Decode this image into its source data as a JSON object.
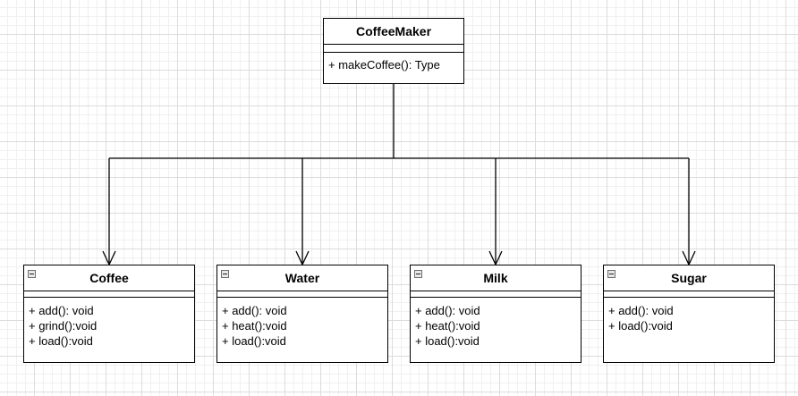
{
  "diagram": {
    "parent": {
      "name": "CoffeeMaker",
      "operations": [
        "+ makeCoffee(): Type"
      ]
    },
    "children": [
      {
        "name": "Coffee",
        "operations": [
          "+ add(): void",
          "+ grind():void",
          "+ load():void"
        ]
      },
      {
        "name": "Water",
        "operations": [
          "+ add(): void",
          "+ heat():void",
          "+ load():void"
        ]
      },
      {
        "name": "Milk",
        "operations": [
          "+ add(): void",
          "+ heat():void",
          "+ load():void"
        ]
      },
      {
        "name": "Sugar",
        "operations": [
          "+ add(): void",
          "+ load():void"
        ]
      }
    ]
  }
}
